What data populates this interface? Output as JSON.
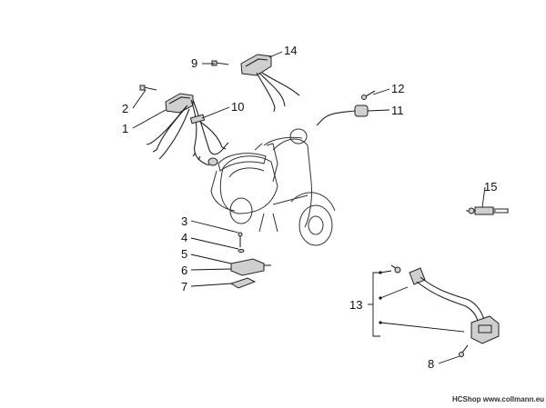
{
  "labels": {
    "l1": "1",
    "l2": "2",
    "l3": "3",
    "l4": "4",
    "l5": "5",
    "l6": "6",
    "l7": "7",
    "l8": "8",
    "l9": "9",
    "l10": "10",
    "l11": "11",
    "l12": "12",
    "l13": "13",
    "l14": "14",
    "l15": "15"
  },
  "watermark": "HCShop www.collmann.eu",
  "colors": {
    "line": "#222222",
    "fill": "#cfcfcf",
    "background": "#ffffff"
  }
}
